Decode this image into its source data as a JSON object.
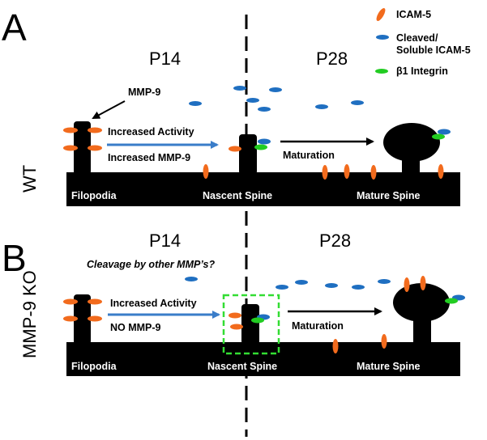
{
  "colors": {
    "icam5": "#f26b1d",
    "cleaved": "#1f6fc1",
    "integrin": "#22cc22",
    "arrow_blue": "#3a7dc9",
    "dashed_box": "#33dd33"
  },
  "legend": {
    "icam5": "ICAM-5",
    "cleaved_line1": "Cleaved/",
    "cleaved_line2": "Soluble ICAM-5",
    "integrin": "β1 Integrin"
  },
  "panel_a": {
    "letter": "A",
    "genotype": "WT",
    "age_left": "P14",
    "age_right": "P28",
    "mmp9_label": "MMP-9",
    "arrow_top_label": "Increased Activity",
    "arrow_bottom_label": "Increased MMP-9",
    "maturation_label": "Maturation",
    "filopodia_label": "Filopodia",
    "nascent_label": "Nascent Spine",
    "mature_label": "Mature Spine"
  },
  "panel_b": {
    "letter": "B",
    "genotype": "MMP-9 KO",
    "age_left": "P14",
    "age_right": "P28",
    "question_label": "Cleavage by other MMP’s?",
    "arrow_top_label": "Increased Activity",
    "arrow_bottom_label": "NO MMP-9",
    "maturation_label": "Maturation",
    "filopodia_label": "Filopodia",
    "nascent_label": "Nascent Spine",
    "mature_label": "Mature Spine"
  }
}
